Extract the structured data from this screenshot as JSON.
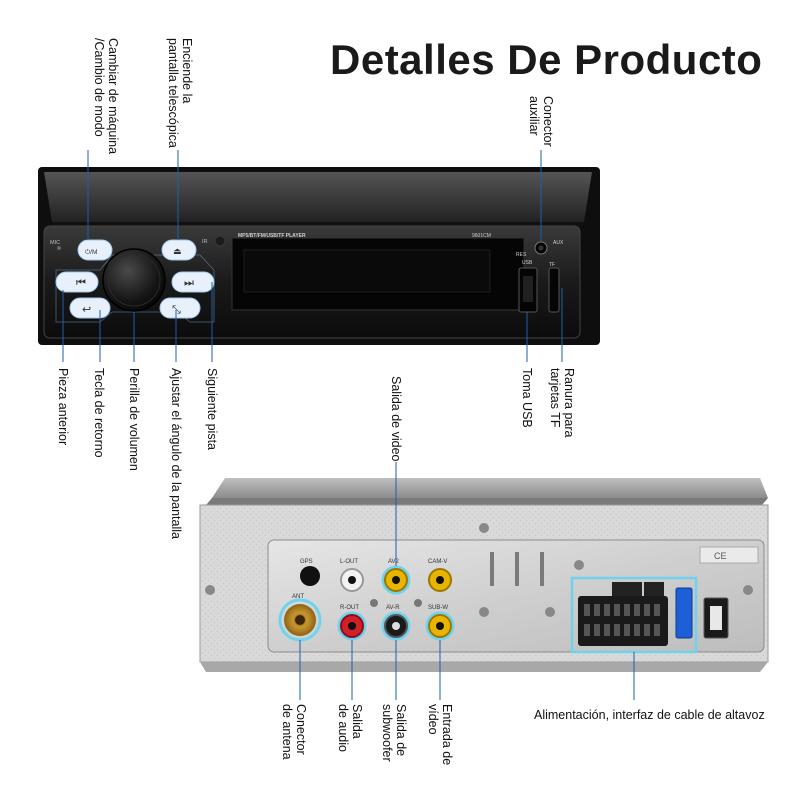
{
  "title": "Detalles De Producto",
  "front_panel": {
    "top_labels": {
      "mode_switch": [
        "Cambiar de máquina",
        "/Cambio de modo"
      ],
      "screen_on": [
        "Enciende la",
        "pantalla telescópica"
      ],
      "aux": [
        "Conector",
        "auxiliar"
      ]
    },
    "bottom_labels": {
      "front_piece": "Pieza anterior",
      "return_key": "Tecla de retorno",
      "volume_knob": "Perilla de volumen",
      "screen_angle": "Ajustar el ángulo de la pantalla",
      "next_track": "Siguiente pista",
      "usb_port": "Toma USB",
      "tf_slot": [
        "Ranura para",
        "tarjetas TF"
      ]
    },
    "printed": {
      "mic": "MIC",
      "ir": "IR",
      "player": "MP5/BT/FM/USB/TF PLAYER",
      "model": "9601CM",
      "res": "RES",
      "usb": "USB",
      "aux": "AUX",
      "tf": "TF",
      "power_mode": "⏻/M"
    }
  },
  "rear_panel": {
    "labels": {
      "video_out": "Salida de video",
      "antenna": [
        "Conector",
        "de antena"
      ],
      "audio_out": [
        "Salida",
        "de audio"
      ],
      "subwoofer_out": [
        "Salida de",
        "subwoofer"
      ],
      "video_in": [
        "Entrada de",
        "vídeo"
      ],
      "power": "Alimentación, interfaz de cable de altavoz"
    },
    "printed": {
      "gps": "GPS",
      "lout": "L-OUT",
      "av2": "AV2",
      "cam": "CAM-V",
      "ant": "ANT",
      "rout": "R-OUT",
      "avr": "AV-R",
      "subw": "SUB-W",
      "sticker": "CE"
    }
  },
  "colors": {
    "callout": "#1e5fa8",
    "highlight": "#6fd3ef",
    "rca_yellow": "#e8b400",
    "rca_red": "#d0202a",
    "rca_white": "#f2f2f2",
    "rca_black": "#1a1a1a",
    "antenna_gold": "#b58a2c"
  }
}
